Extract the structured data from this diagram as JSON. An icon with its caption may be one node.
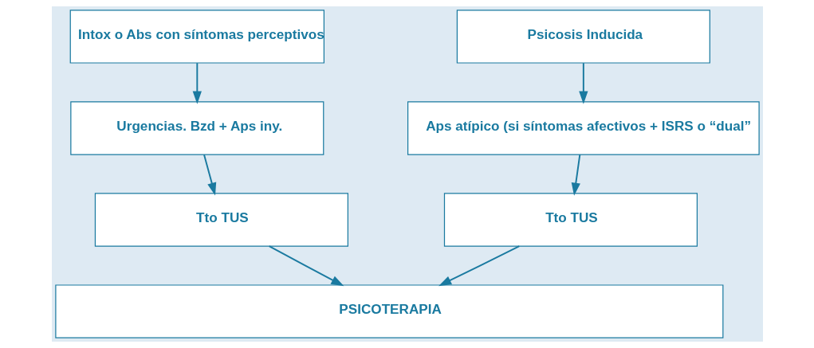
{
  "diagram": {
    "nodes": [
      {
        "text": [
          "Intox o Abs con síntomas perceptivos"
        ]
      },
      {
        "text": [
          "Psicosis Inducida"
        ]
      },
      {
        "text": [
          "Urgencias. Bzd + Aps iny."
        ]
      },
      {
        "text": [
          "Aps atípico (si síntomas afectivos + ISRS o “dual”"
        ]
      },
      {
        "text": [
          "Tto TUS"
        ]
      },
      {
        "text": [
          "Tto TUS"
        ]
      },
      {
        "text": [
          "PSICOTERAPIA"
        ]
      }
    ],
    "edges": [
      {
        "from": 0,
        "to": 2,
        "arrow": "to"
      },
      {
        "from": 2,
        "to": 4,
        "arrow": "to"
      },
      {
        "from": 4,
        "to": 6,
        "arrow": "to"
      },
      {
        "from": 1,
        "to": 3,
        "arrow": "to"
      },
      {
        "from": 3,
        "to": 5,
        "arrow": "to"
      },
      {
        "from": 5,
        "to": 6,
        "arrow": "to"
      }
    ]
  }
}
